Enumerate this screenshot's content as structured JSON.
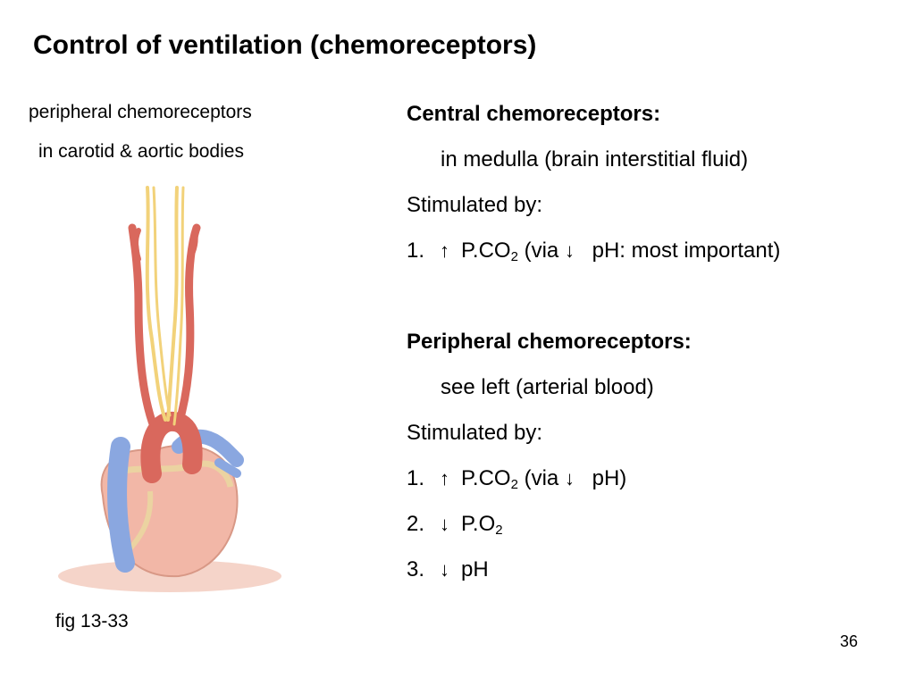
{
  "slide": {
    "title": "Control of ventilation (chemoreceptors)",
    "page_number": "36"
  },
  "figure": {
    "caption_line1": "peripheral chemoreceptors",
    "caption_line2": "in carotid & aortic bodies",
    "label": "fig 13-33"
  },
  "central": {
    "heading": "Central chemoreceptors:",
    "location": "in medulla (brain interstitial fluid)",
    "stimulated_by": "Stimulated by:",
    "item1": {
      "number": "1.",
      "arrow": "↑",
      "pre": "P.CO",
      "sub": "2",
      "post": " (via ",
      "arrow2": "↓",
      "tail": " pH: most important)"
    }
  },
  "peripheral": {
    "heading": "Peripheral chemoreceptors:",
    "location": "see left (arterial blood)",
    "stimulated_by": "Stimulated by:",
    "item1": {
      "number": "1.",
      "arrow": "↑",
      "pre": "P.CO",
      "sub": "2",
      "post": " (via ",
      "arrow2": "↓",
      "tail": " pH)"
    },
    "item2": {
      "number": "2.",
      "arrow": "↓",
      "pre": "P.O",
      "sub": "2"
    },
    "item3": {
      "number": "3.",
      "arrow": "↓",
      "text": "pH"
    }
  },
  "colors": {
    "artery": "#d9685d",
    "vein": "#8aa7e0",
    "nerve": "#f2d27a",
    "heart": "#f2b7a7"
  }
}
